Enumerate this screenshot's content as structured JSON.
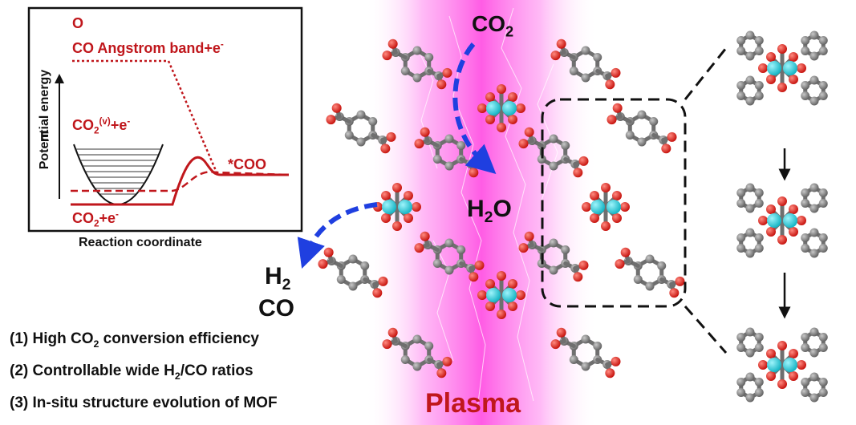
{
  "energy_panel": {
    "y_axis_label": "Potential energy",
    "x_axis_label": "Reaction coordinate",
    "e_label": "E",
    "top_label_o": "O",
    "top_label_co": "CO",
    "angstrom_label": "Angstrom band",
    "top_electron": "+e",
    "top_electron_sup": "-",
    "vib_label_base": "CO",
    "vib_label_sub": "2",
    "vib_label_sup": "(v)",
    "vib_label_tail": "+e",
    "vib_label_tail_sup": "-",
    "coo_label": "*COO",
    "ground_label_base": "CO",
    "ground_label_sub": "2",
    "ground_label_tail": "+e",
    "ground_label_tail_sup": "-"
  },
  "molecules": {
    "co2_base": "CO",
    "co2_sub": "2",
    "h2o_base": "H",
    "h2o_sub": "2",
    "h2o_tail": "O",
    "h2_base": "H",
    "h2_sub": "2",
    "co": "CO"
  },
  "plasma_label": "Plasma",
  "claims": [
    {
      "prefix": "(1) High CO",
      "sub": "2",
      "suffix": " conversion efficiency"
    },
    {
      "prefix": "(2) Controllable wide H",
      "sub": "2",
      "suffix": "/CO ratios"
    },
    {
      "prefix": "(3) In-situ structure evolution of MOF",
      "sub": "",
      "suffix": ""
    }
  ],
  "colors": {
    "red": "#c0171c",
    "blue_arrow": "#1f3fe0",
    "cu_atom": "#19c7d6",
    "o_atom": "#e3140f",
    "c_atom": "#7d7d7d",
    "plasma": "#ff43e4"
  }
}
